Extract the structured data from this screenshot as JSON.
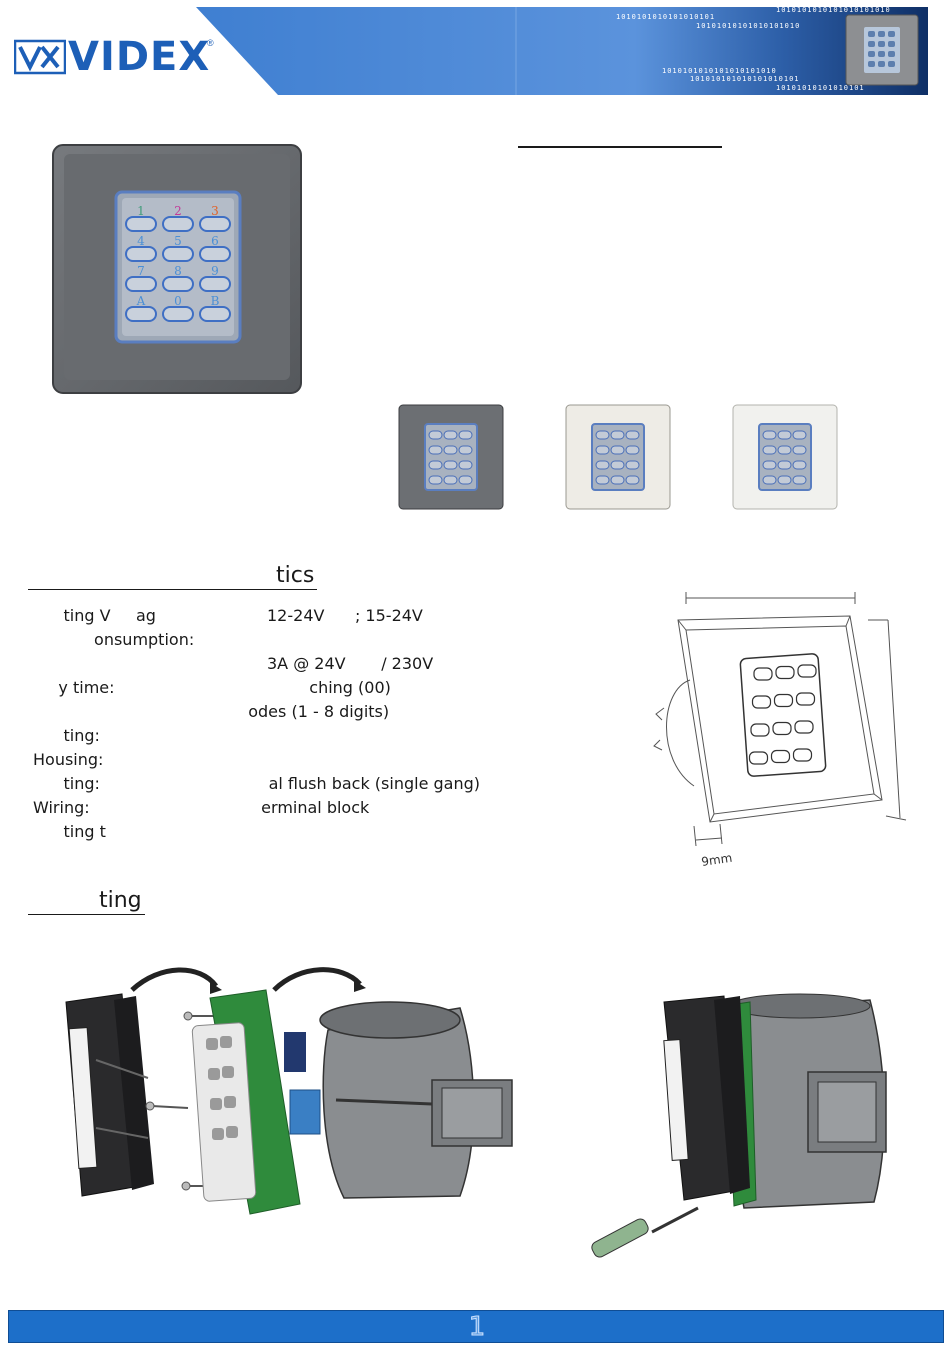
{
  "brand": {
    "name": "VIDEX",
    "reg_mark": "®"
  },
  "banner": {
    "bit_rows": [
      "1010101010101010101010",
      "1010101010101010101",
      "10101010101010101010",
      "1010101010101010101010",
      "101010101010101010101",
      "10101010101010101"
    ]
  },
  "sections": {
    "characteristics_heading": "tics",
    "mounting_heading": "ting"
  },
  "specs": [
    {
      "label": "      ting V     ag",
      "value": "12-24V      ; 15-24V"
    },
    {
      "label": "            onsumption:",
      "value": ""
    },
    {
      "label": "",
      "value": "3A @ 24V       / 230V"
    },
    {
      "label": "     y time:",
      "value": "                                      ching (00)"
    },
    {
      "label": "",
      "value": "                          odes (1 - 8 digits)"
    },
    {
      "label": "      ting:",
      "value": ""
    },
    {
      "label": "Housing:",
      "value": ""
    },
    {
      "label": "      ting:",
      "value": "                              al flush back (single gang)"
    },
    {
      "label": "Wiring:",
      "value": "  erminal block"
    },
    {
      "label": "      ting t",
      "value": ""
    }
  ],
  "keypad_keys": [
    "1",
    "2",
    "3",
    "4",
    "5",
    "6",
    "7",
    "8",
    "9",
    "A",
    "0",
    "B"
  ],
  "diagram": {
    "depth_label": "9mm"
  },
  "footer": {
    "page_number": "1"
  },
  "colors": {
    "brand_blue": "#1d5fb7",
    "footer_blue": "#1d6fc9",
    "banner_blue": "#4a86d4"
  }
}
